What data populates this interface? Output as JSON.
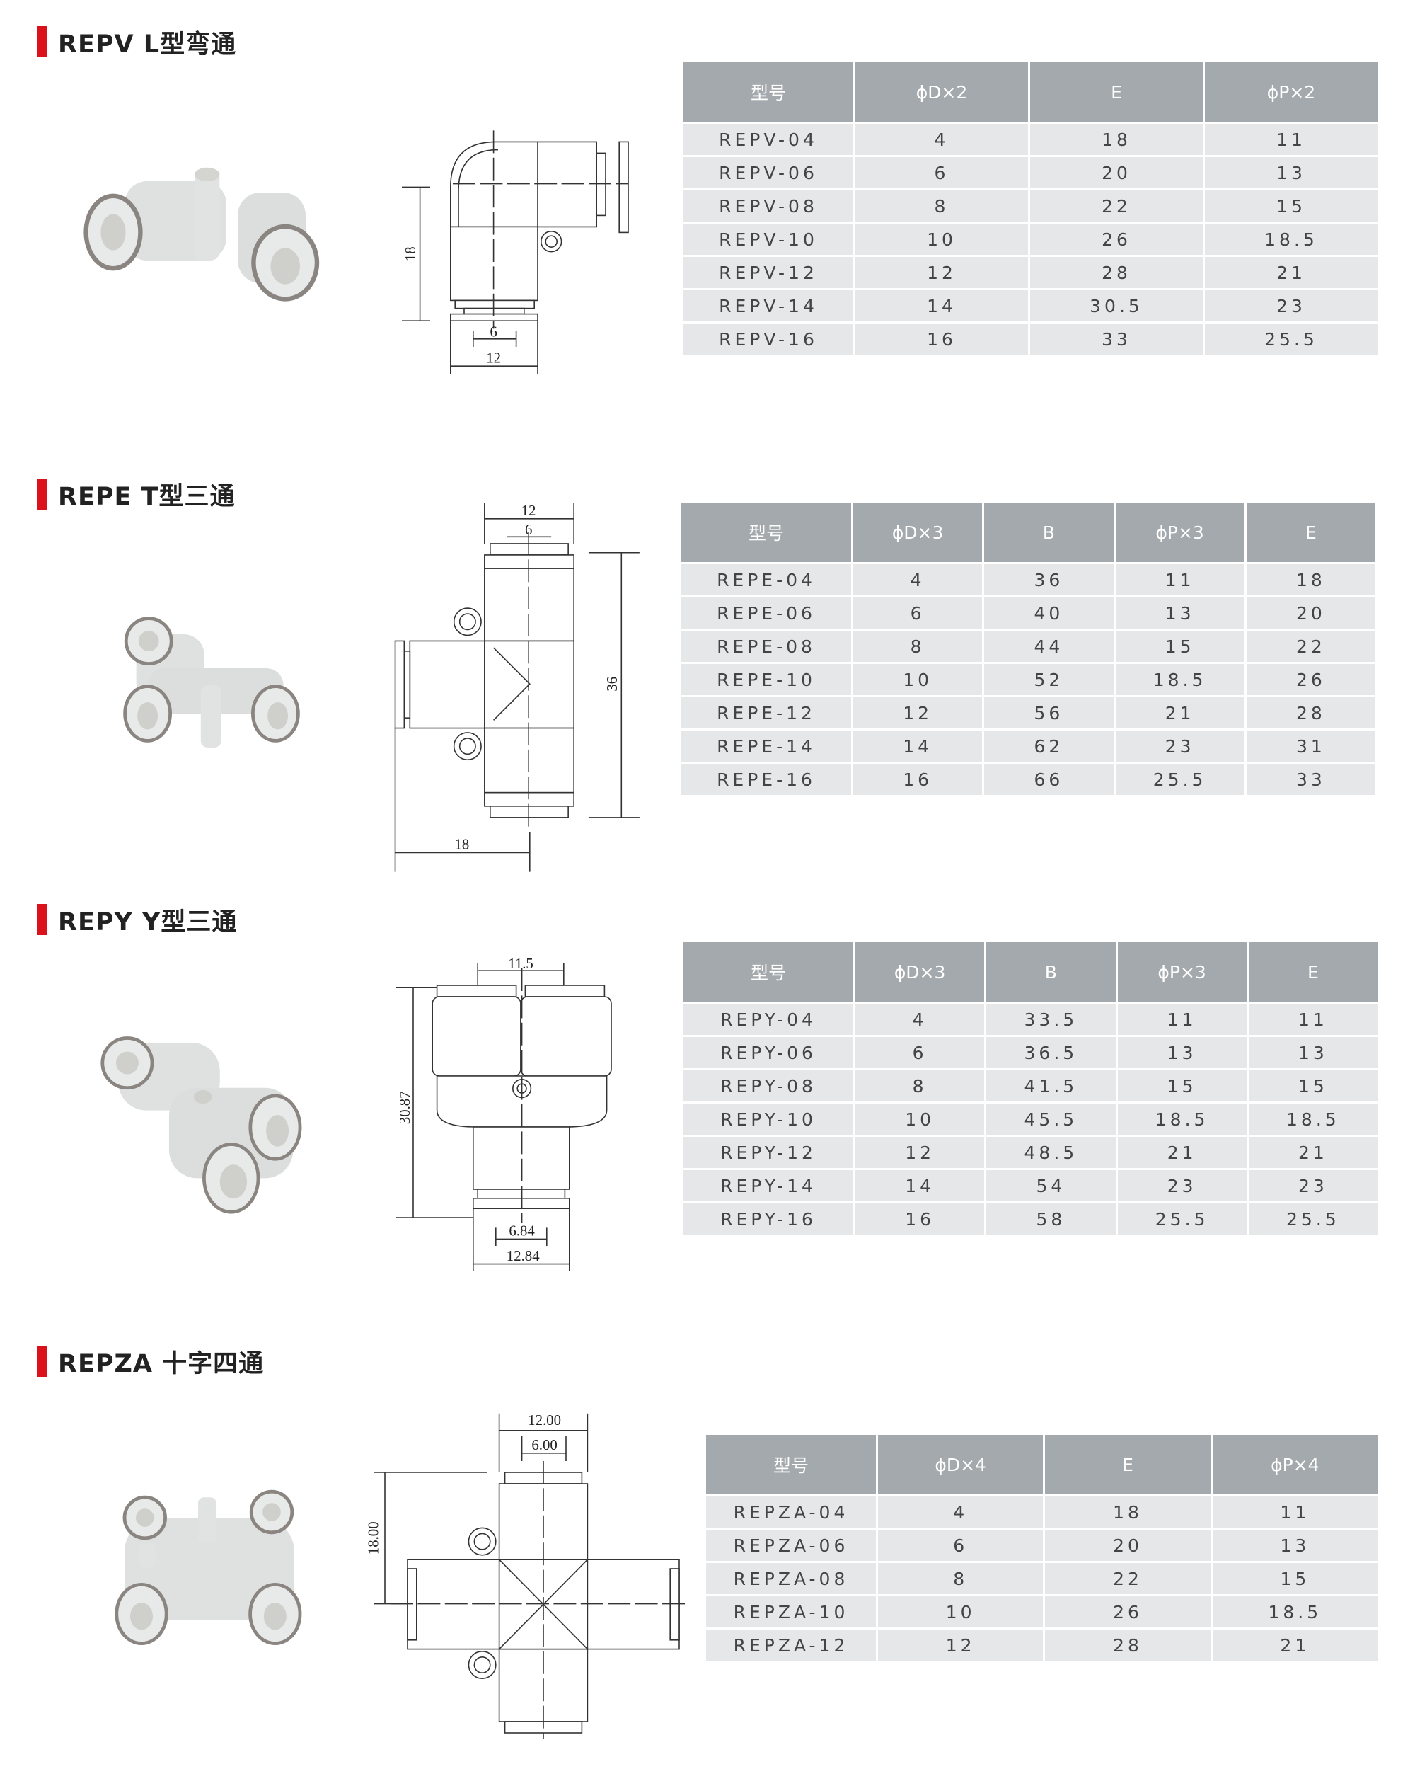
{
  "sections": [
    {
      "title": "REPV L型弯通",
      "dims": {
        "height": "18",
        "inner": "6",
        "outer": "12"
      },
      "table": {
        "headers": [
          "型号",
          "ϕD×2",
          "E",
          "ϕP×2"
        ],
        "rows": [
          [
            "REPV-04",
            "4",
            "18",
            "11"
          ],
          [
            "REPV-06",
            "6",
            "20",
            "13"
          ],
          [
            "REPV-08",
            "8",
            "22",
            "15"
          ],
          [
            "REPV-10",
            "10",
            "26",
            "18.5"
          ],
          [
            "REPV-12",
            "12",
            "28",
            "21"
          ],
          [
            "REPV-14",
            "14",
            "30.5",
            "23"
          ],
          [
            "REPV-16",
            "16",
            "33",
            "25.5"
          ]
        ]
      }
    },
    {
      "title": "REPE T型三通",
      "dims": {
        "outer": "12",
        "inner": "6",
        "height": "36",
        "width": "18"
      },
      "table": {
        "headers": [
          "型号",
          "ϕD×3",
          "B",
          "ϕP×3",
          "E"
        ],
        "rows": [
          [
            "REPE-04",
            "4",
            "36",
            "11",
            "18"
          ],
          [
            "REPE-06",
            "6",
            "40",
            "13",
            "20"
          ],
          [
            "REPE-08",
            "8",
            "44",
            "15",
            "22"
          ],
          [
            "REPE-10",
            "10",
            "52",
            "18.5",
            "26"
          ],
          [
            "REPE-12",
            "12",
            "56",
            "21",
            "28"
          ],
          [
            "REPE-14",
            "14",
            "62",
            "23",
            "31"
          ],
          [
            "REPE-16",
            "16",
            "66",
            "25.5",
            "33"
          ]
        ]
      }
    },
    {
      "title": "REPY Y型三通",
      "dims": {
        "top": "11.5",
        "height": "30.87",
        "inner": "6.84",
        "outer": "12.84"
      },
      "table": {
        "headers": [
          "型号",
          "ϕD×3",
          "B",
          "ϕP×3",
          "E"
        ],
        "rows": [
          [
            "REPY-04",
            "4",
            "33.5",
            "11",
            "11"
          ],
          [
            "REPY-06",
            "6",
            "36.5",
            "13",
            "13"
          ],
          [
            "REPY-08",
            "8",
            "41.5",
            "15",
            "15"
          ],
          [
            "REPY-10",
            "10",
            "45.5",
            "18.5",
            "18.5"
          ],
          [
            "REPY-12",
            "12",
            "48.5",
            "21",
            "21"
          ],
          [
            "REPY-14",
            "14",
            "54",
            "23",
            "23"
          ],
          [
            "REPY-16",
            "16",
            "58",
            "25.5",
            "25.5"
          ]
        ]
      }
    },
    {
      "title": "REPZA 十字四通",
      "dims": {
        "outer": "12.00",
        "inner": "6.00",
        "height": "18.00"
      },
      "table": {
        "headers": [
          "型号",
          "ϕD×4",
          "E",
          "ϕP×4"
        ],
        "rows": [
          [
            "REPZA-04",
            "4",
            "18",
            "11"
          ],
          [
            "REPZA-06",
            "6",
            "20",
            "13"
          ],
          [
            "REPZA-08",
            "8",
            "22",
            "15"
          ],
          [
            "REPZA-10",
            "10",
            "26",
            "18.5"
          ],
          [
            "REPZA-12",
            "12",
            "28",
            "21"
          ]
        ]
      }
    }
  ],
  "colors": {
    "accent": "#d9121b",
    "header_bg": "#a3a9ac",
    "row_bg": "#e6e7e8"
  }
}
